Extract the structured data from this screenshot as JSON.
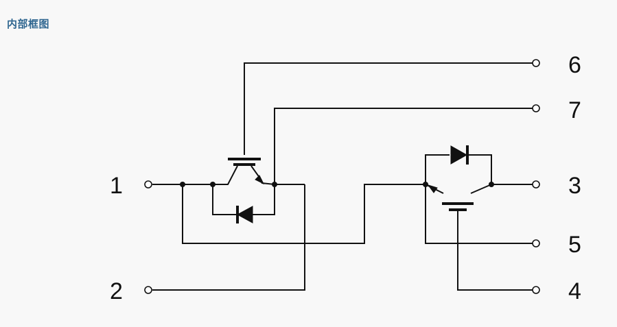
{
  "header": {
    "title": "内部框图"
  },
  "pins": [
    {
      "id": "pin1",
      "label": "1"
    },
    {
      "id": "pin2",
      "label": "2"
    },
    {
      "id": "pin3",
      "label": "3"
    },
    {
      "id": "pin4",
      "label": "4"
    },
    {
      "id": "pin5",
      "label": "5"
    },
    {
      "id": "pin6",
      "label": "6"
    },
    {
      "id": "pin7",
      "label": "7"
    }
  ]
}
